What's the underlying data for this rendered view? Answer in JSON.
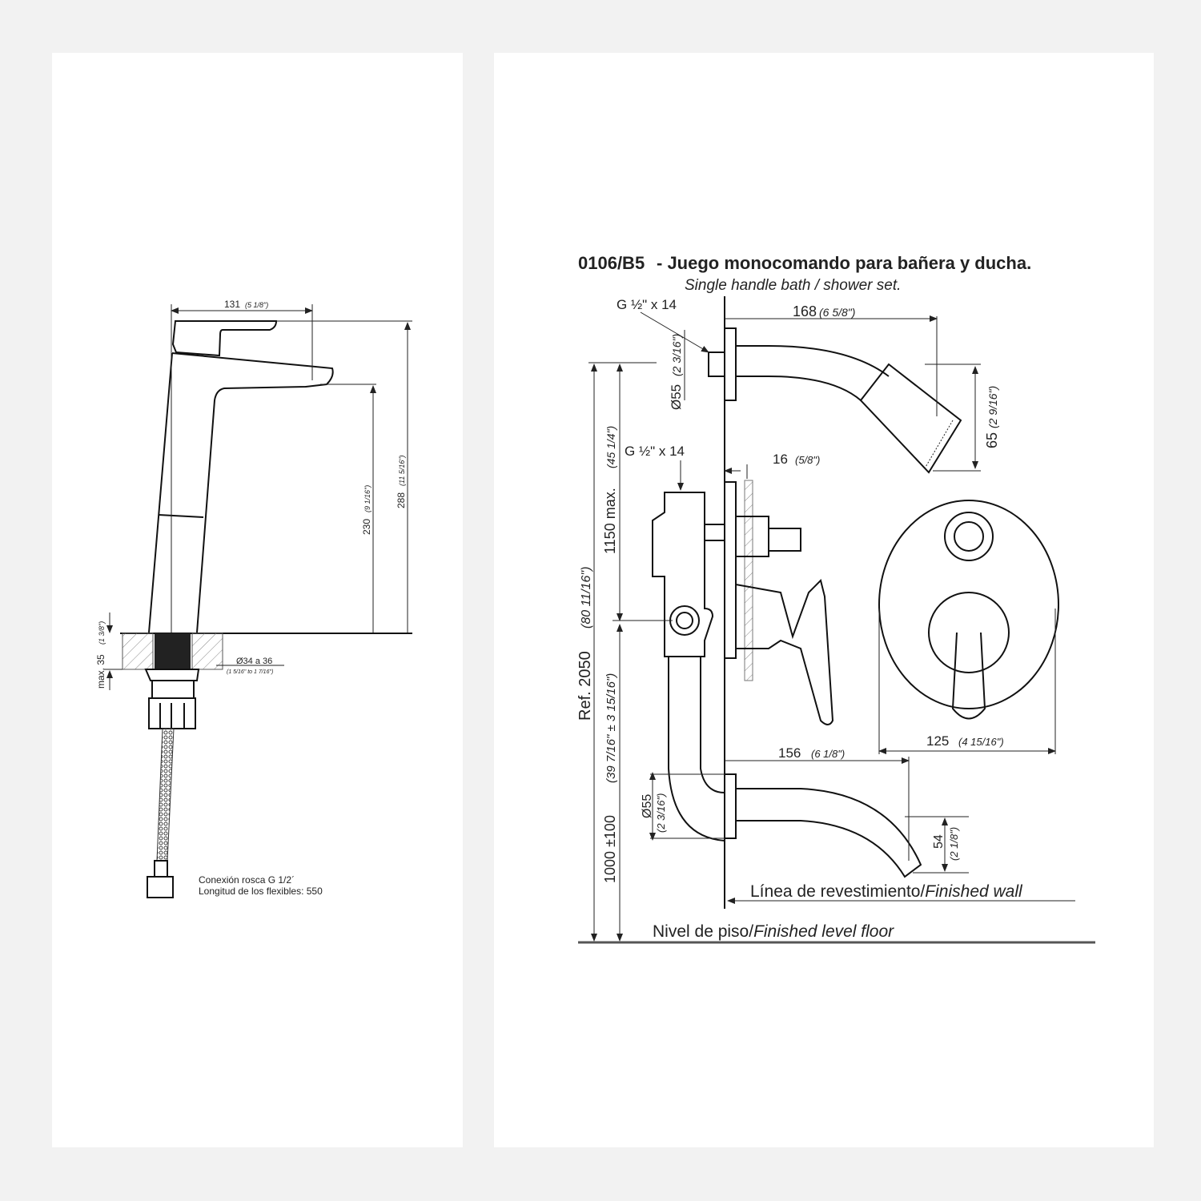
{
  "left_drawing": {
    "width_dim": "131",
    "width_dim_in": "(5 1/8\")",
    "spout_height_dim": "230",
    "spout_height_dim_in": "(9 1/16\")",
    "total_height_dim": "288",
    "total_height_dim_in": "(11 5/16\")",
    "max_thickness_dim": "max. 35",
    "max_thickness_dim_in": "(1 3/8\")",
    "hole_dim": "Ø34 a 36",
    "hole_dim_in": "(1 5/16\" to 1 7/16\")",
    "note_line1": "Conexión rosca G 1/2´",
    "note_line2": "Longitud de los flexibles: 550"
  },
  "right_drawing": {
    "title_code": "0106/B5",
    "title_es": " - Juego monocomando para bañera y ducha.",
    "subtitle_en": "Single handle bath / shower set.",
    "thread_top": "G ½\" x 14",
    "shower_arm_dim": "168",
    "shower_arm_dim_in": "(6 5/8\")",
    "flange_dim_top": "Ø55",
    "flange_dim_top_in": "(2 3/16\")",
    "head_dim": "65",
    "head_dim_in": "(2 9/16\")",
    "thread_mid": "G ½\" x 14",
    "depth_dim": "16",
    "depth_dim_in": "(5/8\")",
    "valve_height_dim": "1150 max.",
    "valve_height_dim_in": "(45 1/4\")",
    "ref_height_dim": "Ref. 2050",
    "ref_height_dim_in": "(80 11/16\")",
    "spout_height_dim_in": "(39 7/16\" ± 3 15/16\")",
    "spout_height_dim": "1000 ±100",
    "plate_dim": "125",
    "plate_dim_in": "(4 15/16\")",
    "spout_len_dim": "156",
    "spout_len_dim_in": "(6 1/8\")",
    "flange_dim_bottom": "Ø55",
    "flange_dim_bottom_in": "(2 3/16\")",
    "spout_drop_dim": "54",
    "spout_drop_dim_in": "(2 1/8\")",
    "finished_wall_es": "Línea de revestimiento/",
    "finished_wall_en": "Finished wall",
    "floor_es": "Nivel de piso/",
    "floor_en": "Finished level floor"
  }
}
